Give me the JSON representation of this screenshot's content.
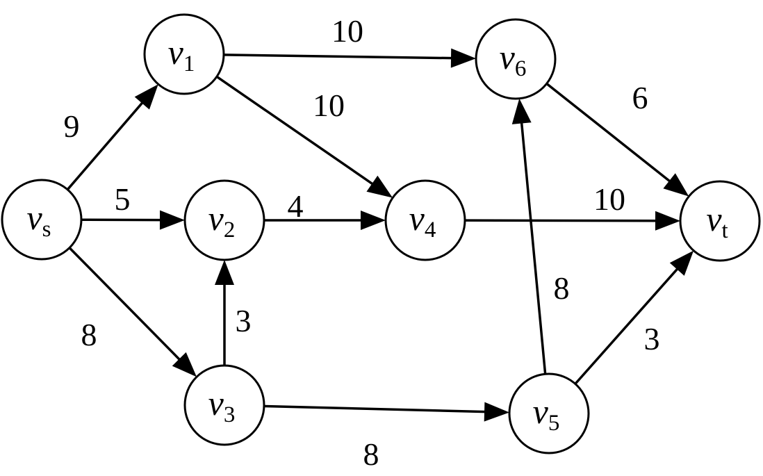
{
  "nodes": [
    {
      "id": "vs",
      "letter": "v",
      "sub": "s"
    },
    {
      "id": "v1",
      "letter": "v",
      "sub": "1"
    },
    {
      "id": "v2",
      "letter": "v",
      "sub": "2"
    },
    {
      "id": "v3",
      "letter": "v",
      "sub": "3"
    },
    {
      "id": "v4",
      "letter": "v",
      "sub": "4"
    },
    {
      "id": "v5",
      "letter": "v",
      "sub": "5"
    },
    {
      "id": "v6",
      "letter": "v",
      "sub": "6"
    },
    {
      "id": "vt",
      "letter": "v",
      "sub": "t"
    }
  ],
  "edges": [
    {
      "from": "vs",
      "to": "v1",
      "weight": "9"
    },
    {
      "from": "vs",
      "to": "v2",
      "weight": "5"
    },
    {
      "from": "vs",
      "to": "v3",
      "weight": "8"
    },
    {
      "from": "v1",
      "to": "v6",
      "weight": "10"
    },
    {
      "from": "v1",
      "to": "v4",
      "weight": "10"
    },
    {
      "from": "v2",
      "to": "v4",
      "weight": "4"
    },
    {
      "from": "v3",
      "to": "v2",
      "weight": "3"
    },
    {
      "from": "v3",
      "to": "v5",
      "weight": "8"
    },
    {
      "from": "v4",
      "to": "vt",
      "weight": "10"
    },
    {
      "from": "v5",
      "to": "v6",
      "weight": "8"
    },
    {
      "from": "v5",
      "to": "vt",
      "weight": "3"
    },
    {
      "from": "v6",
      "to": "vt",
      "weight": "6"
    }
  ]
}
